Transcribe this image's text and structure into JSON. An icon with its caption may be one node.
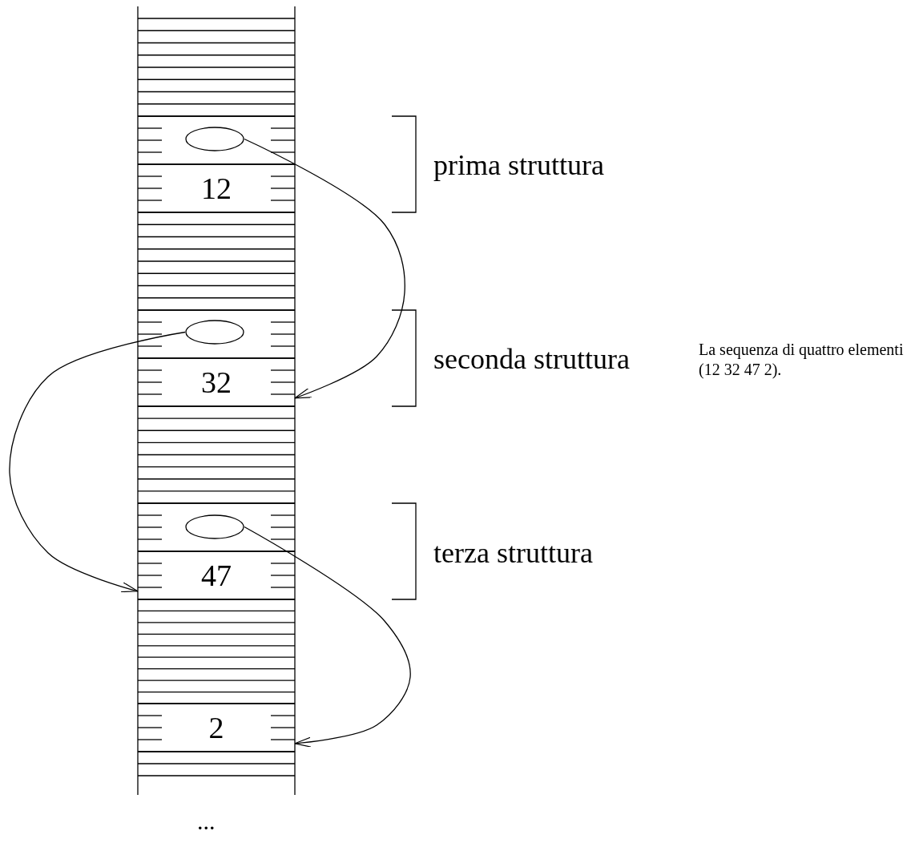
{
  "diagram": {
    "caption": "La sequenza di quattro elementi (12 32 47 2).",
    "nodes": [
      {
        "text": [],
        "shape": "ellipse"
      },
      {
        "text": [
          "12"
        ]
      },
      {
        "text": [],
        "shape": "ellipse"
      },
      {
        "text": [
          "32"
        ]
      },
      {
        "text": [],
        "shape": "ellipse"
      },
      {
        "text": [
          "47"
        ]
      },
      {
        "text": [
          "2"
        ]
      }
    ],
    "edges": [
      {
        "from": 0,
        "to": 3,
        "arrow": "to"
      },
      {
        "from": 2,
        "to": 5,
        "arrow": "to"
      },
      {
        "from": 4,
        "to": 6,
        "arrow": "to"
      }
    ],
    "labels": [
      "prima struttura",
      "seconda struttura",
      "terza struttura",
      "..."
    ]
  }
}
